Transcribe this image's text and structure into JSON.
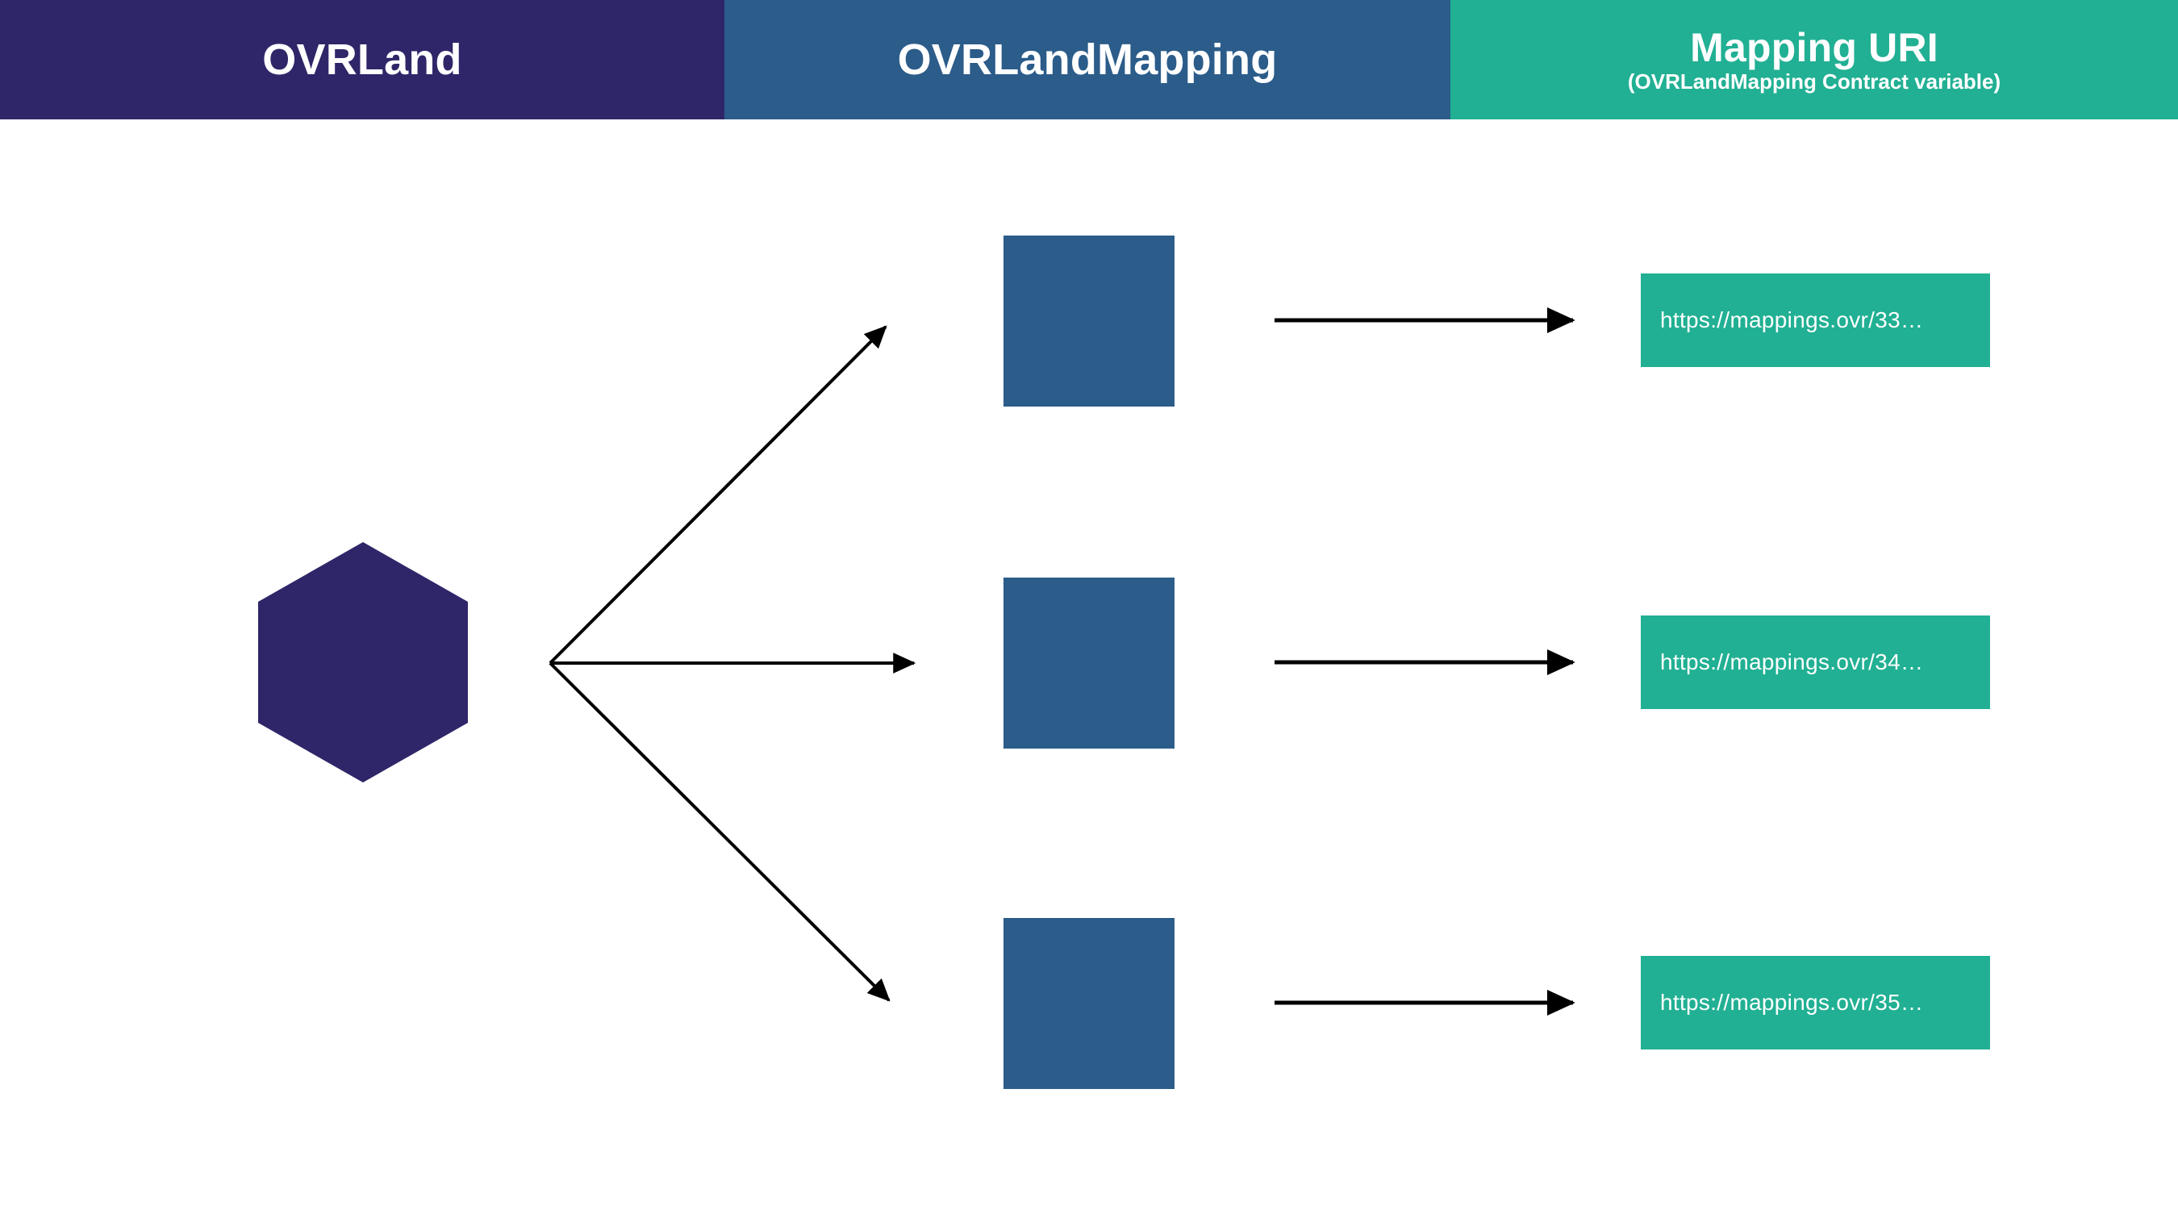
{
  "diagram": {
    "title": "OVRLand to OVRLandMapping to Mapping URI",
    "background_color": "#ffffff",
    "colors": {
      "purple": "#2E2668",
      "blue": "#2B5C8A",
      "green": "#21B093",
      "arrow": "#000000",
      "text_on_band": "#ffffff"
    }
  },
  "header": {
    "columns": [
      {
        "label": "OVRLand",
        "sublabel": "",
        "color": "#2E2668"
      },
      {
        "label": "OVRLandMapping",
        "sublabel": "",
        "color": "#2B5C8A"
      },
      {
        "label": "Mapping URI",
        "sublabel": "(OVRLandMapping Contract variable)",
        "color": "#21B093"
      }
    ]
  },
  "nodes": {
    "land": {
      "shape": "hexagon",
      "label": "",
      "color": "#2E2668"
    },
    "mappings": [
      {
        "shape": "square",
        "label": "",
        "color": "#2B5C8A"
      },
      {
        "shape": "square",
        "label": "",
        "color": "#2B5C8A"
      },
      {
        "shape": "square",
        "label": "",
        "color": "#2B5C8A"
      }
    ],
    "uris": [
      {
        "text": "https://mappings.ovr/33…",
        "color": "#21B093"
      },
      {
        "text": "https://mappings.ovr/34…",
        "color": "#21B093"
      },
      {
        "text": "https://mappings.ovr/35…",
        "color": "#21B093"
      }
    ]
  },
  "edges": {
    "fan": [
      {
        "from": "land",
        "to": "mapping-1",
        "style": "arrow"
      },
      {
        "from": "land",
        "to": "mapping-2",
        "style": "arrow"
      },
      {
        "from": "land",
        "to": "mapping-3",
        "style": "arrow"
      }
    ],
    "links": [
      {
        "from": "mapping-1",
        "to": "uri-1",
        "style": "arrow"
      },
      {
        "from": "mapping-2",
        "to": "uri-2",
        "style": "arrow"
      },
      {
        "from": "mapping-3",
        "to": "uri-3",
        "style": "arrow"
      }
    ]
  }
}
